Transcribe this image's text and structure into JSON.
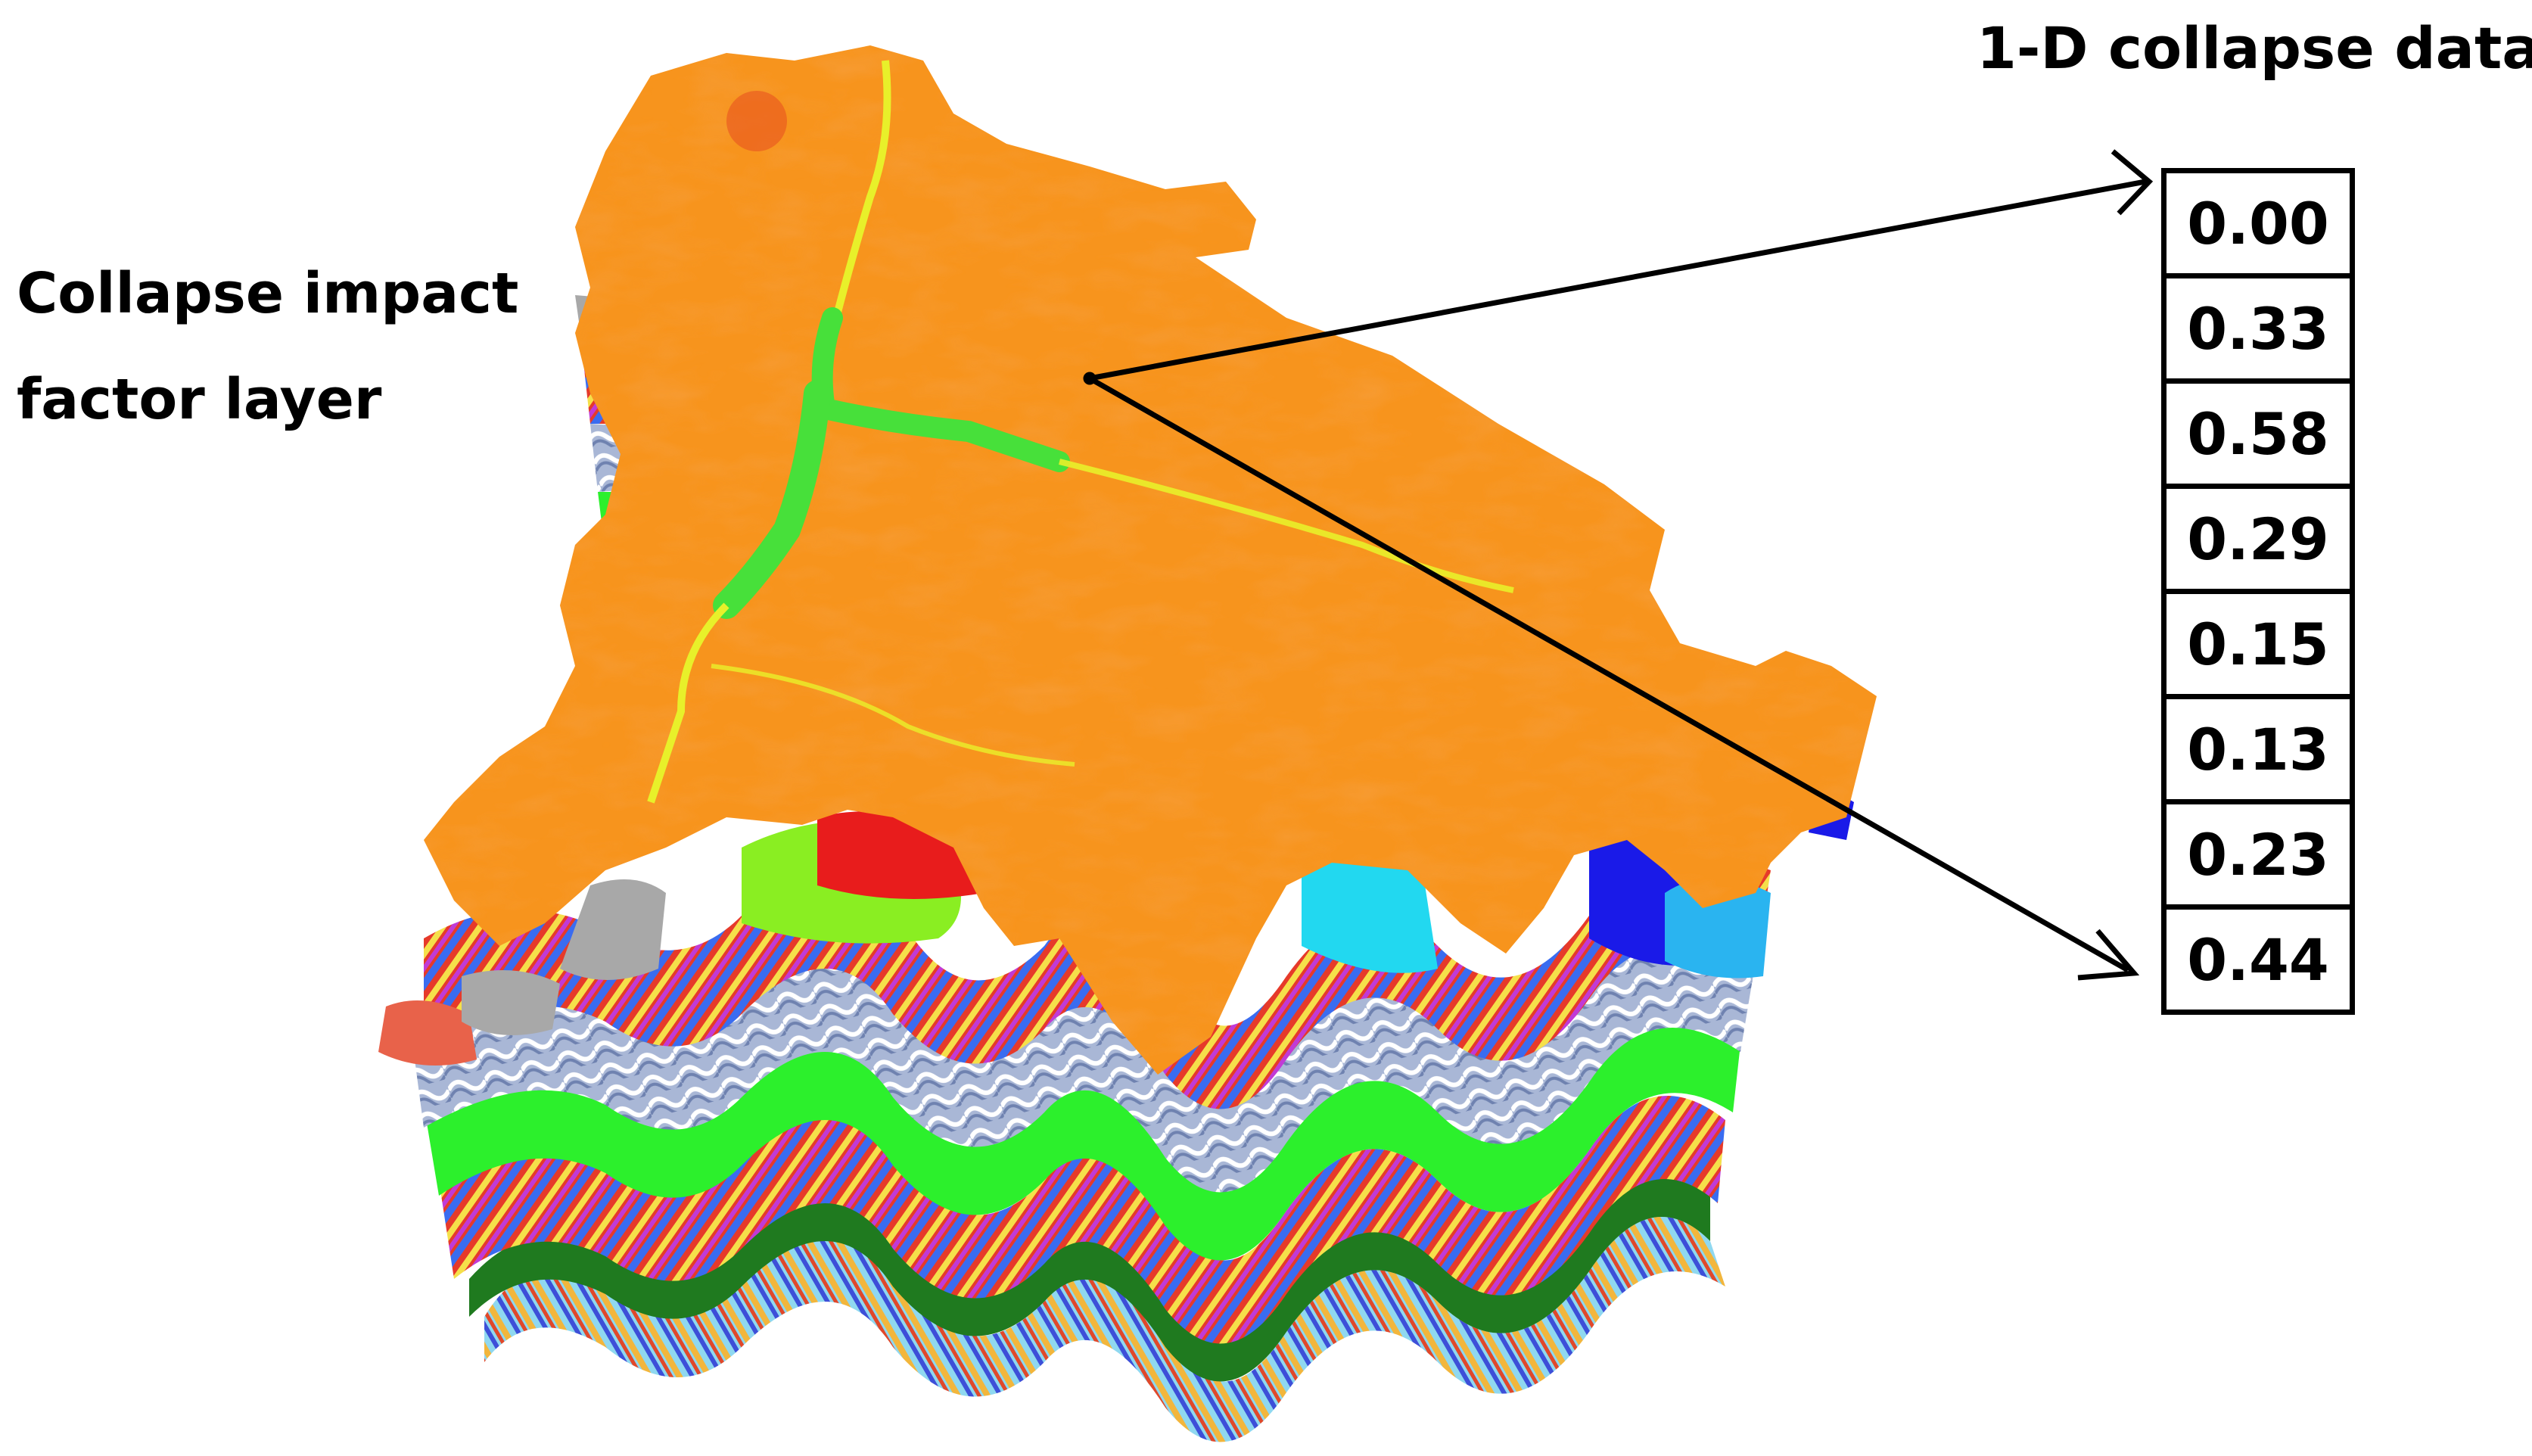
{
  "figure": {
    "layer_label_line1": "Collapse impact",
    "layer_label_line2": "factor layer",
    "data_title": "1-D collapse data",
    "collapse_values": [
      "0.00",
      "0.33",
      "0.58",
      "0.29",
      "0.15",
      "0.13",
      "0.23",
      "0.44"
    ]
  },
  "colors": {
    "top_layer": "#f7941d",
    "top_layer_dark": "#e8531f",
    "river": "#47e03a",
    "dark_green_layer": "#1f7a1f",
    "green_layer": "#2cf02c",
    "gray_layer": "#9aa6c6",
    "arrow": "#000000"
  }
}
